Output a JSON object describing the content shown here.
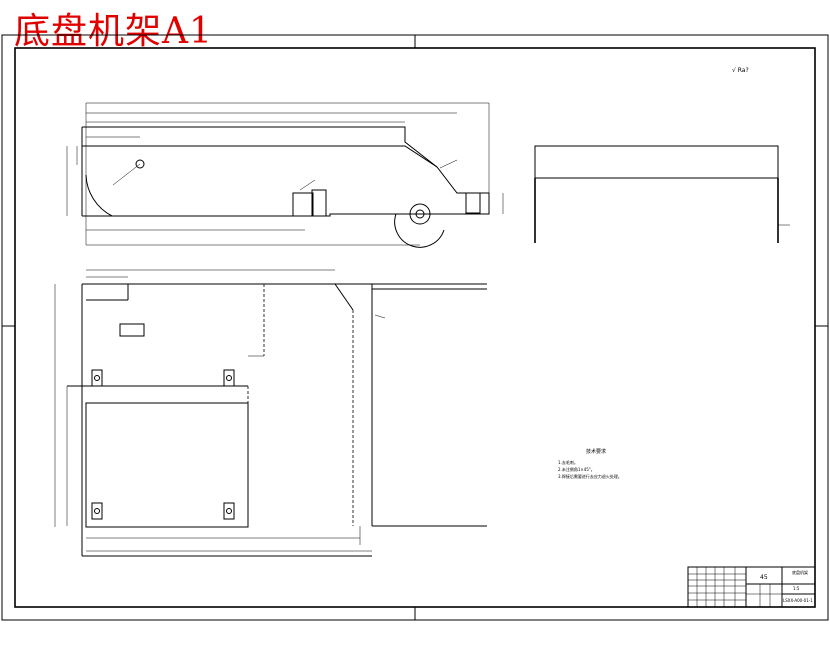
{
  "title": "底盘机架A1",
  "corner_note": "√ Ra?",
  "notes": {
    "heading": "技术要求",
    "lines": [
      "1.去毛刺。",
      "2.未注倒角1×45°。",
      "3.焊接后需要进行去应力退火处理。"
    ]
  },
  "title_block": {
    "material": "45",
    "part_name": "底盘机架",
    "quantity": "1:5",
    "drawing_no": "LSXX-A00-01-1"
  }
}
